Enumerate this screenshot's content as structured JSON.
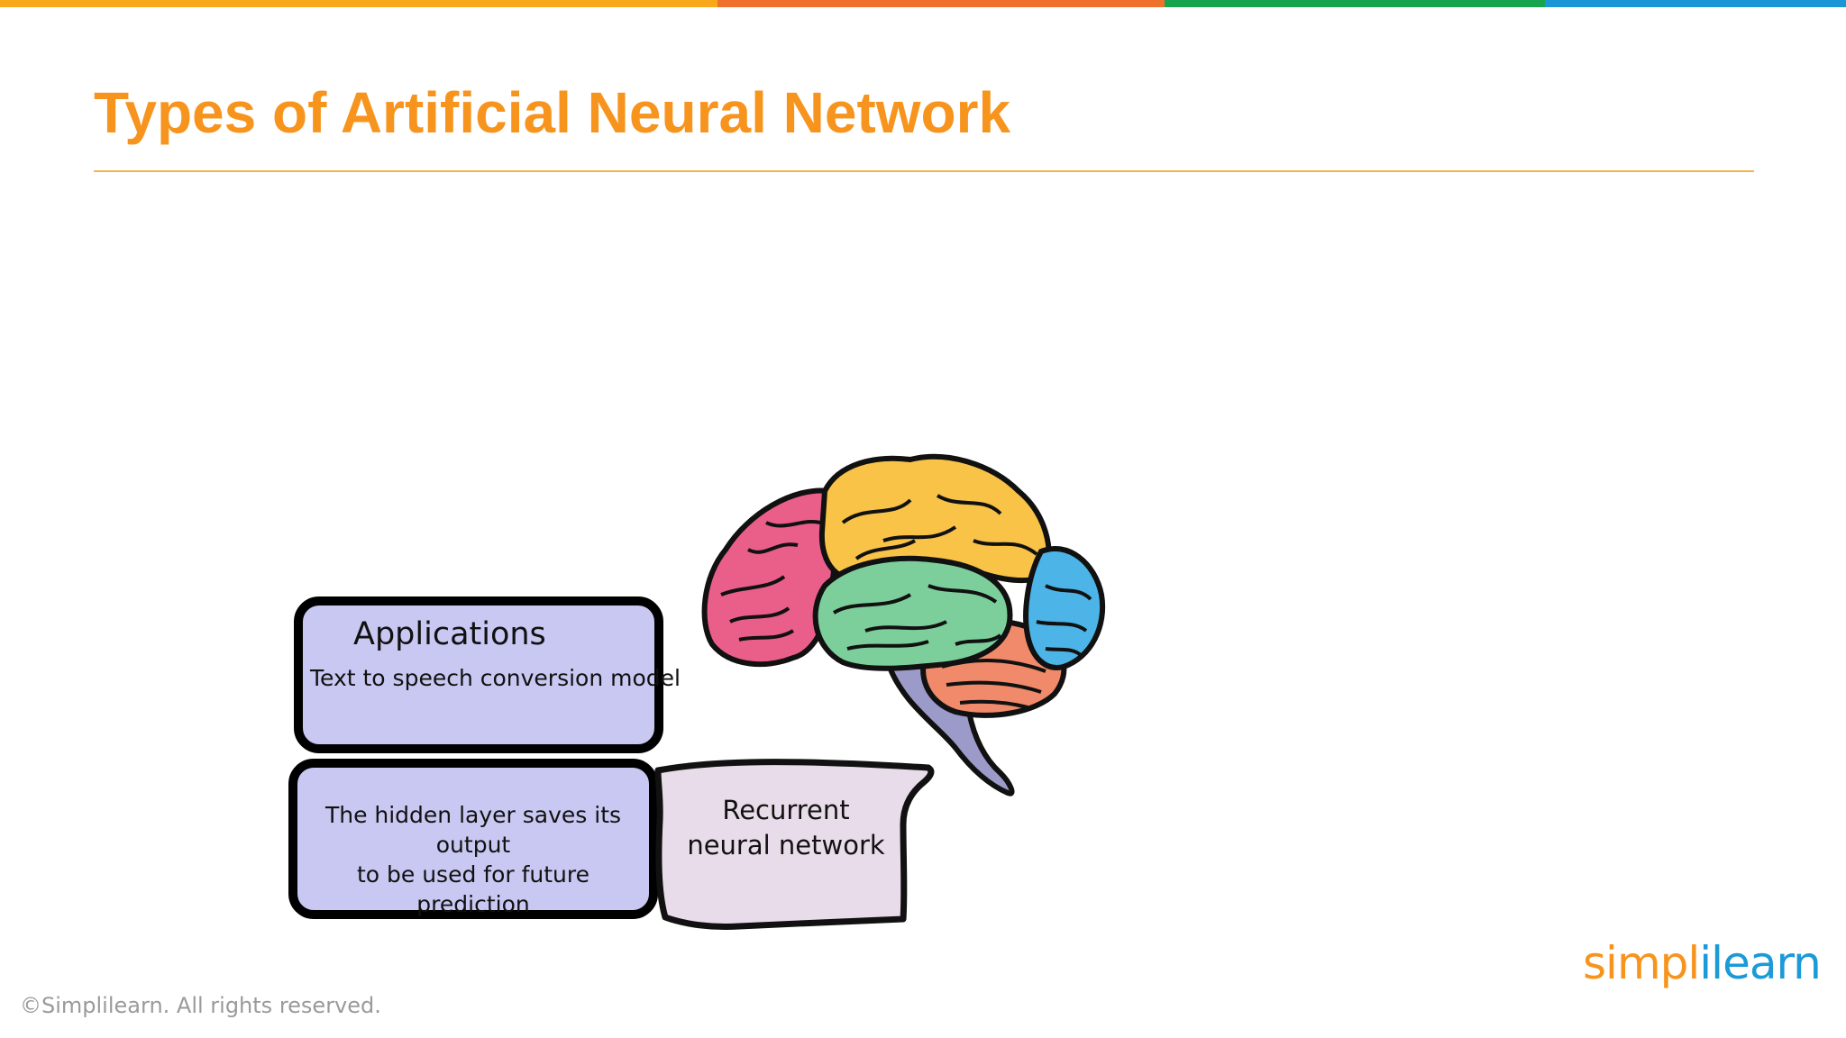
{
  "slide": {
    "title": "Types of Artificial Neural Network",
    "top_bar_colors": [
      "#f7a81b",
      "#f0712b",
      "#16a54d",
      "#1a95d5"
    ]
  },
  "diagram": {
    "applications_box": {
      "heading": "Applications",
      "text": "Text to speech conversion model"
    },
    "hidden_layer_box": {
      "line1": "The hidden layer saves its output",
      "line2": "to be used for future prediction"
    },
    "rnn_flag": {
      "line1": "Recurrent",
      "line2": "neural network"
    },
    "brain_icon": "brain-icon"
  },
  "footer": {
    "copyright": "©Simplilearn. All rights reserved."
  },
  "logo": {
    "part1": "simpl",
    "part2": "ilearn"
  }
}
